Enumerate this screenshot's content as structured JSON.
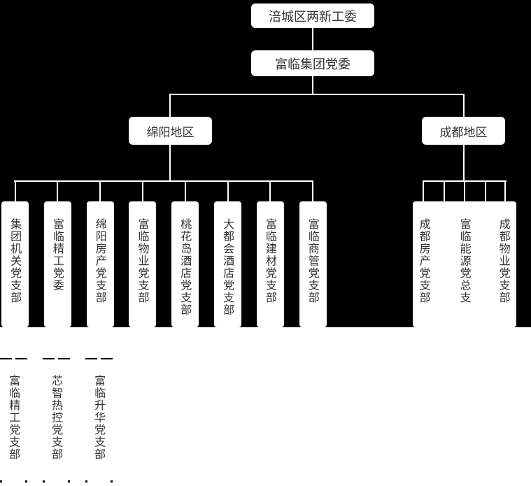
{
  "org": {
    "root": "涪城区两新工委",
    "group_committee": "富临集团党委",
    "regions": {
      "mianyang": {
        "label": "绵阳地区",
        "children": [
          "集团机关党支部",
          "富临精工党委",
          "绵阳房产党支部",
          "富临物业党支部",
          "桃花岛酒店党支部",
          "大都会酒店党支部",
          "富临建材党支部",
          "富临商管党支部"
        ]
      },
      "chengdu": {
        "label": "成都地区",
        "children": [
          "成都房产党支部",
          "富临能源党总支",
          "成都物业党支部"
        ]
      }
    },
    "jinggong_sub_branches": [
      "富临精工党支部",
      "芯智热控党支部",
      "富临升华党支部"
    ]
  },
  "colors": {
    "background": "#000000",
    "node_fill": "#ffffff",
    "node_text": "#333333",
    "connector": "#ffffff",
    "sub_node_border": "#000000"
  }
}
